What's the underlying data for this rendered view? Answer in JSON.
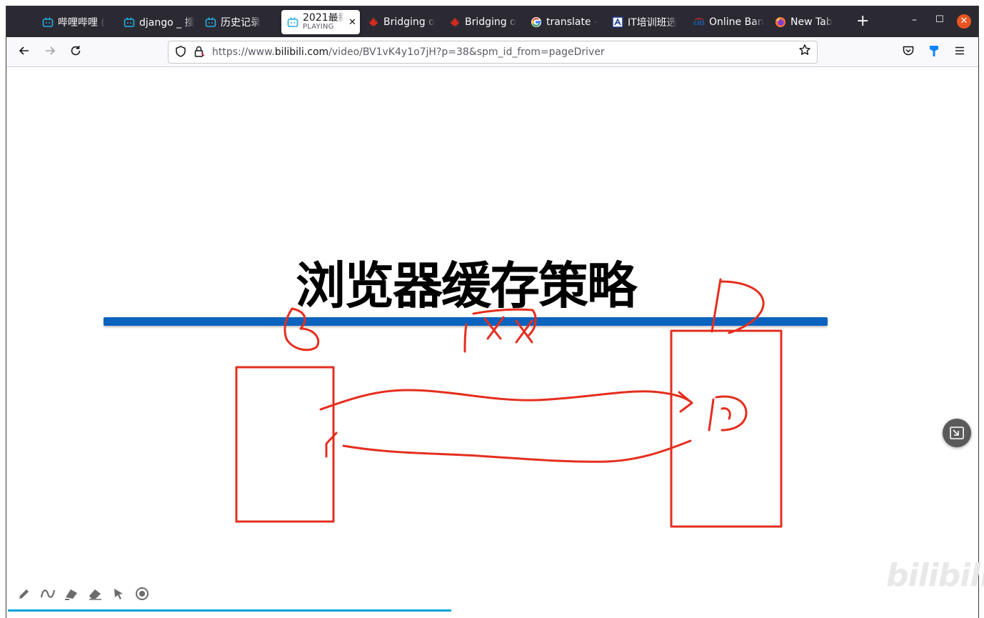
{
  "browser": {
    "tabs": [
      {
        "label": "哔哩哔哩 (",
        "icon": "bilibili-icon"
      },
      {
        "label": "django _ 搜",
        "icon": "bilibili-icon"
      },
      {
        "label": "历史记录",
        "icon": "bilibili-icon"
      },
      {
        "label": "2021最新",
        "sublabel": "PLAYING",
        "icon": "bilibili-icon",
        "active": true
      },
      {
        "label": "Bridging o",
        "icon": "maple-leaf-icon"
      },
      {
        "label": "Bridging o",
        "icon": "maple-leaf-icon"
      },
      {
        "label": "translate -",
        "icon": "google-icon"
      },
      {
        "label": "IT培训班选",
        "icon": "site-icon"
      },
      {
        "label": "Online Ban",
        "icon": "citi-icon"
      },
      {
        "label": "New Tab",
        "icon": "firefox-icon"
      }
    ],
    "url": {
      "prefix": "https://www.",
      "domain": "bilibili.com",
      "path": "/video/BV1vK4y1o7jH?p=38&spm_id_from=pageDriver"
    },
    "new_tab_label": "+",
    "controls": {
      "minimize": "–",
      "maximize": "☐",
      "close": "✕"
    }
  },
  "video": {
    "slide_title": "浏览器缓存策略",
    "watermark": "bilibili",
    "progress_fraction": 0.458,
    "colors": {
      "accent_line": "#0a63be",
      "ink": "#e52e1e",
      "progress": "#00a1d6"
    }
  },
  "annotation_tools": [
    {
      "icon": "pen-icon"
    },
    {
      "icon": "curve-icon"
    },
    {
      "icon": "highlighter-icon"
    },
    {
      "icon": "eraser-icon"
    },
    {
      "icon": "pointer-icon"
    },
    {
      "icon": "record-icon"
    }
  ]
}
